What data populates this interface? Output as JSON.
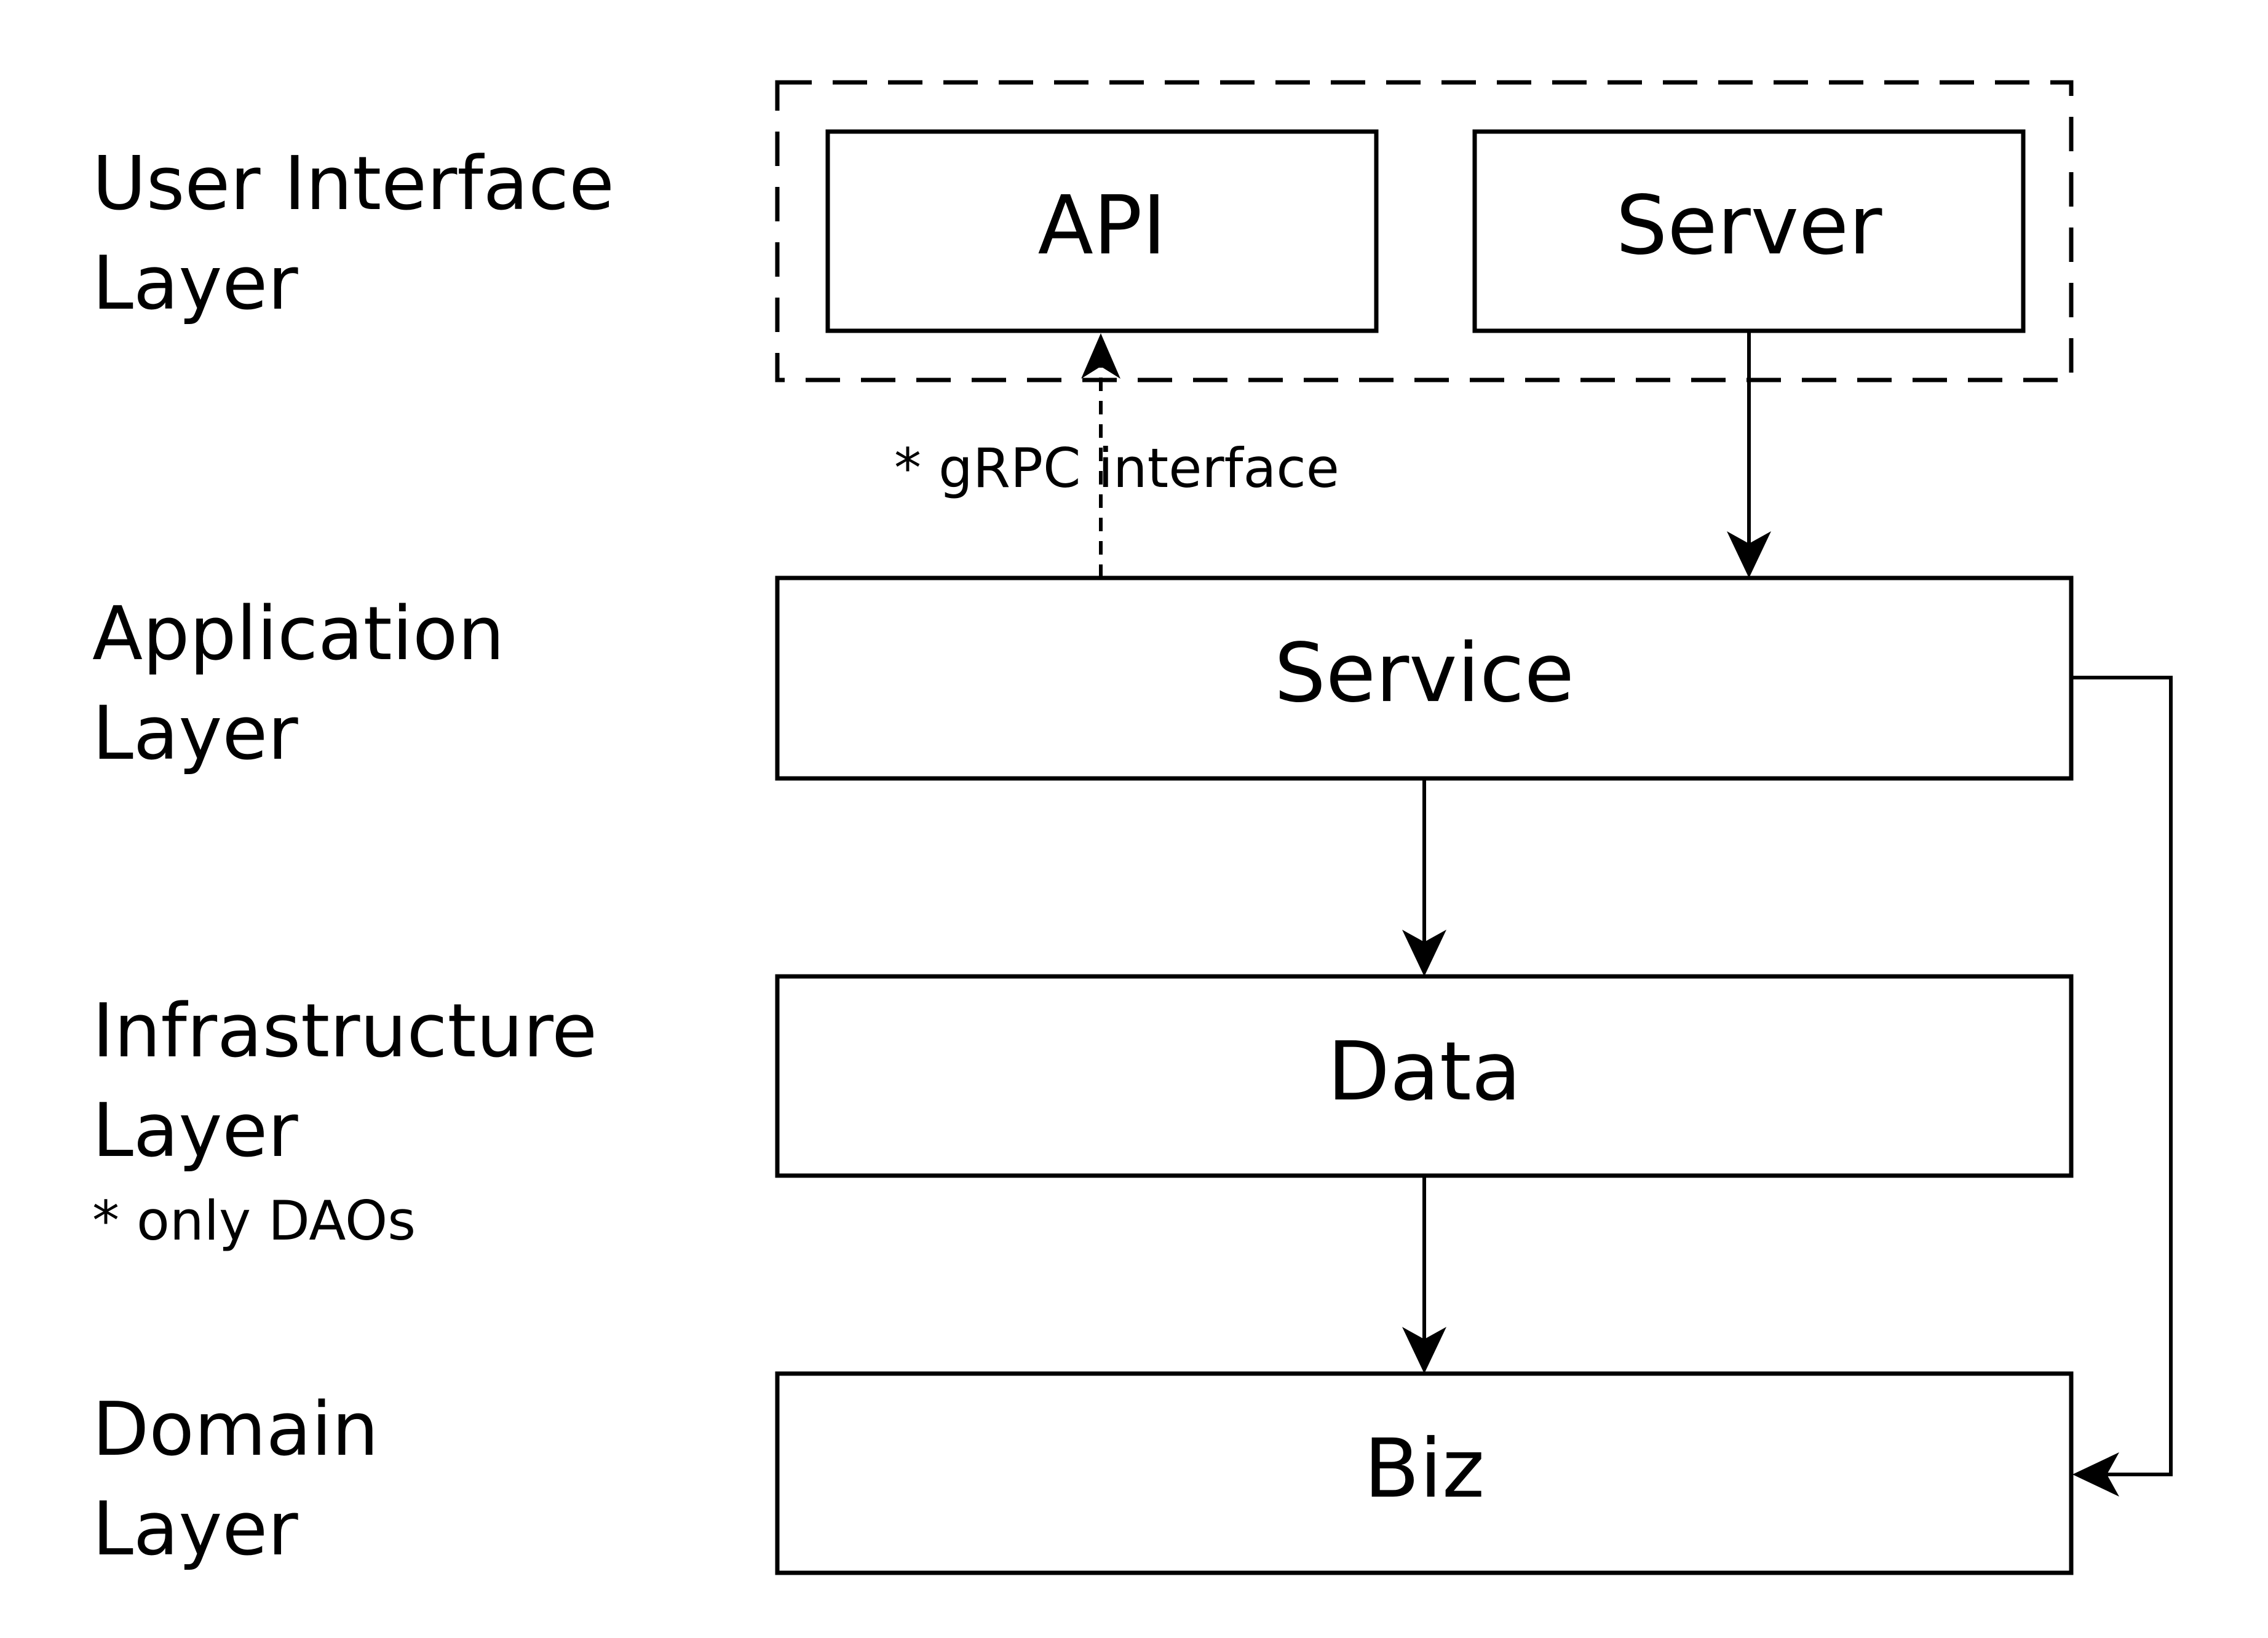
{
  "layers": {
    "ui": {
      "line1": "User Interface",
      "line2": "Layer"
    },
    "application": {
      "line1": "Application",
      "line2": "Layer"
    },
    "infrastructure": {
      "line1": "Infrastructure",
      "line2": "Layer",
      "note": "* only DAOs"
    },
    "domain": {
      "line1": "Domain",
      "line2": "Layer"
    }
  },
  "boxes": {
    "api": "API",
    "server": "Server",
    "service": "Service",
    "data": "Data",
    "biz": "Biz"
  },
  "edges": {
    "grpc_note": "* gRPC interface"
  },
  "colors": {
    "stroke": "#000000",
    "fill": "#ffffff"
  }
}
